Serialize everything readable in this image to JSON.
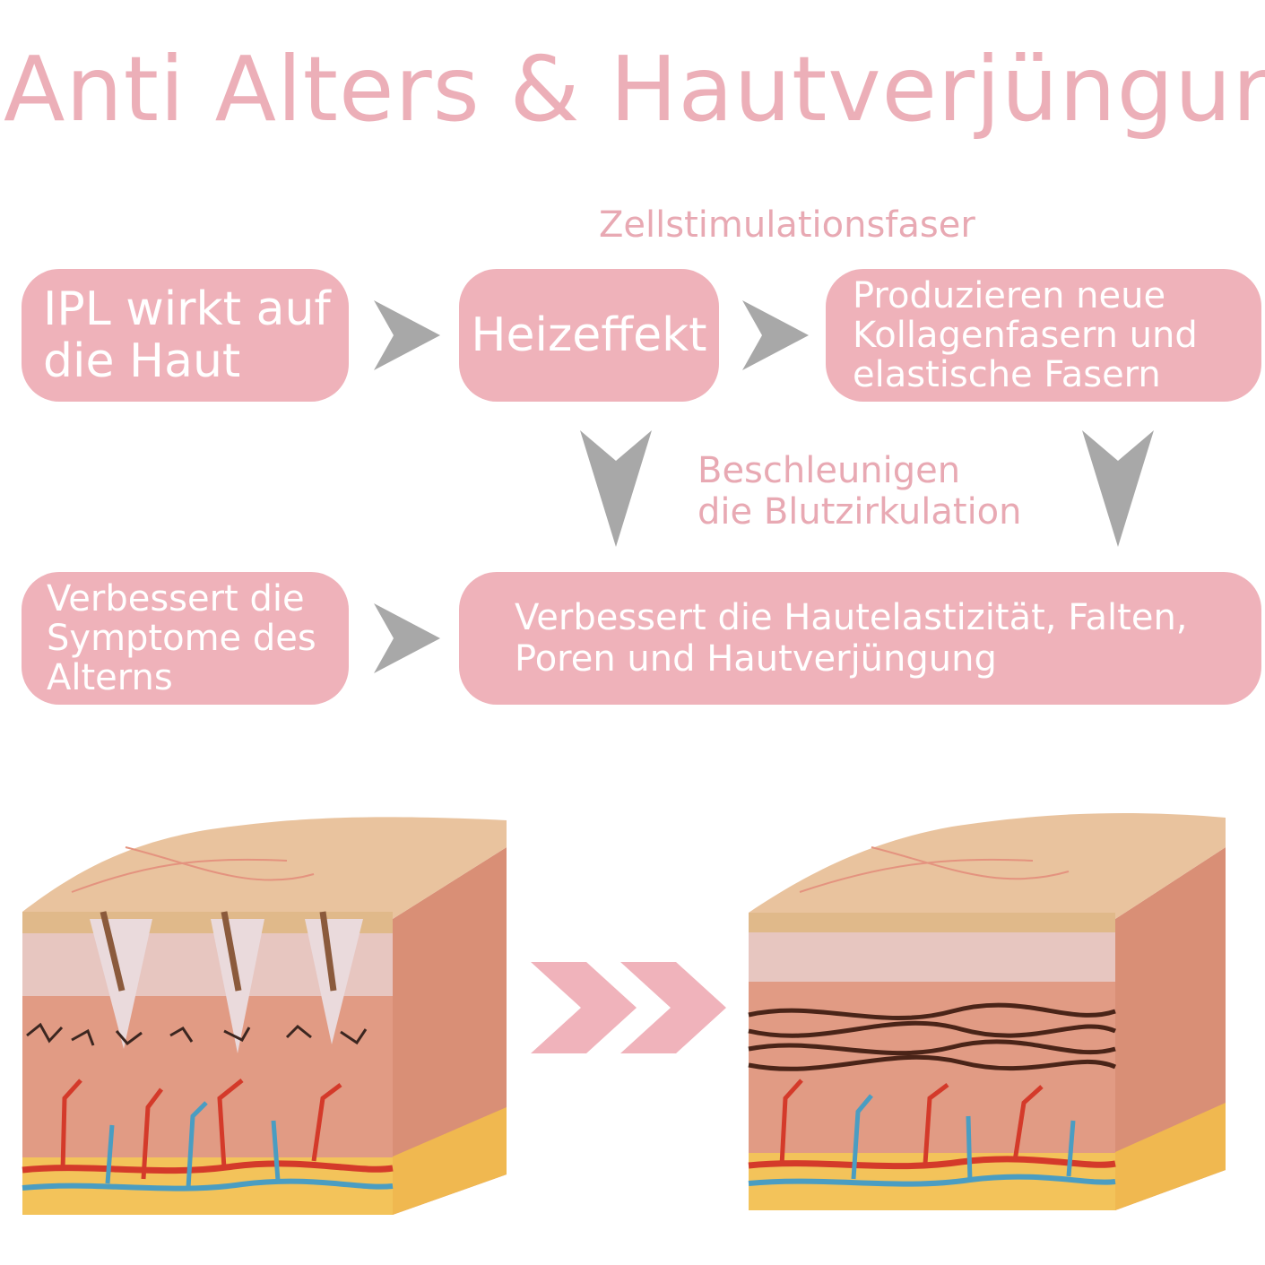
{
  "title": "Anti Alters & Hautverjüngun",
  "colors": {
    "title": "#ecafb8",
    "box": "#efb2ba",
    "note": "#e8a9b3",
    "arrow": "#a8a8a8",
    "chevron": "#f0b3bb"
  },
  "notes": {
    "cell_stimulation": "Zellstimulationsfaser",
    "circulation": "Beschleunigen\ndie Blutzirkulation"
  },
  "boxes": {
    "ipl": "IPL wirkt auf\ndie Haut",
    "heat": "Heizeffekt",
    "collagen": "Produzieren neue\nKollagenfasern und\nelastische Fasern",
    "symptoms": "Verbessert die\nSymptome des\nAlterns",
    "result": "Verbessert die Hautelastizität, Falten,\nPoren und Hautverjüngung"
  },
  "icons": {
    "flow_arrow": "triangle-arrow-icon",
    "before_after": "double-chevron-icon"
  }
}
